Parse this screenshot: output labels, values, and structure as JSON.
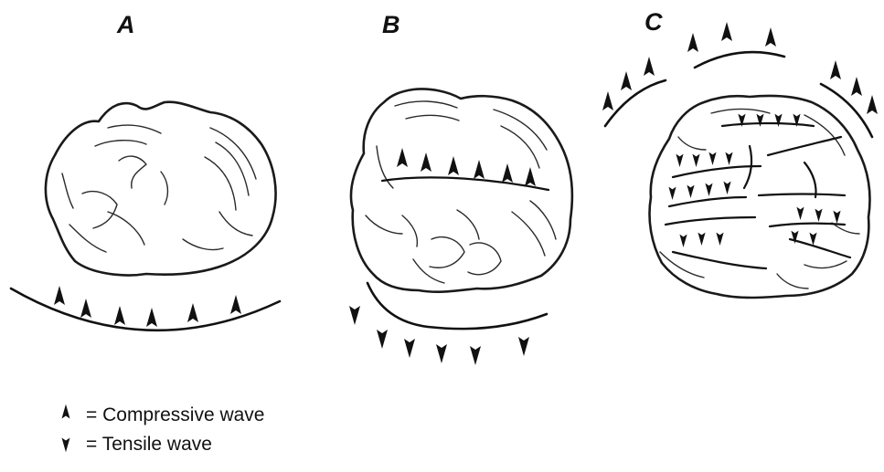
{
  "panels": [
    {
      "id": "A",
      "label": "A"
    },
    {
      "id": "B",
      "label": "B"
    },
    {
      "id": "C",
      "label": "C"
    }
  ],
  "legend": {
    "compressive": {
      "text": "= Compressive wave",
      "icon": "compressive-wave-icon"
    },
    "tensile": {
      "text": "= Tensile wave",
      "icon": "tensile-wave-icon"
    }
  },
  "colors": {
    "ink": "#111111",
    "background": "#ffffff"
  }
}
